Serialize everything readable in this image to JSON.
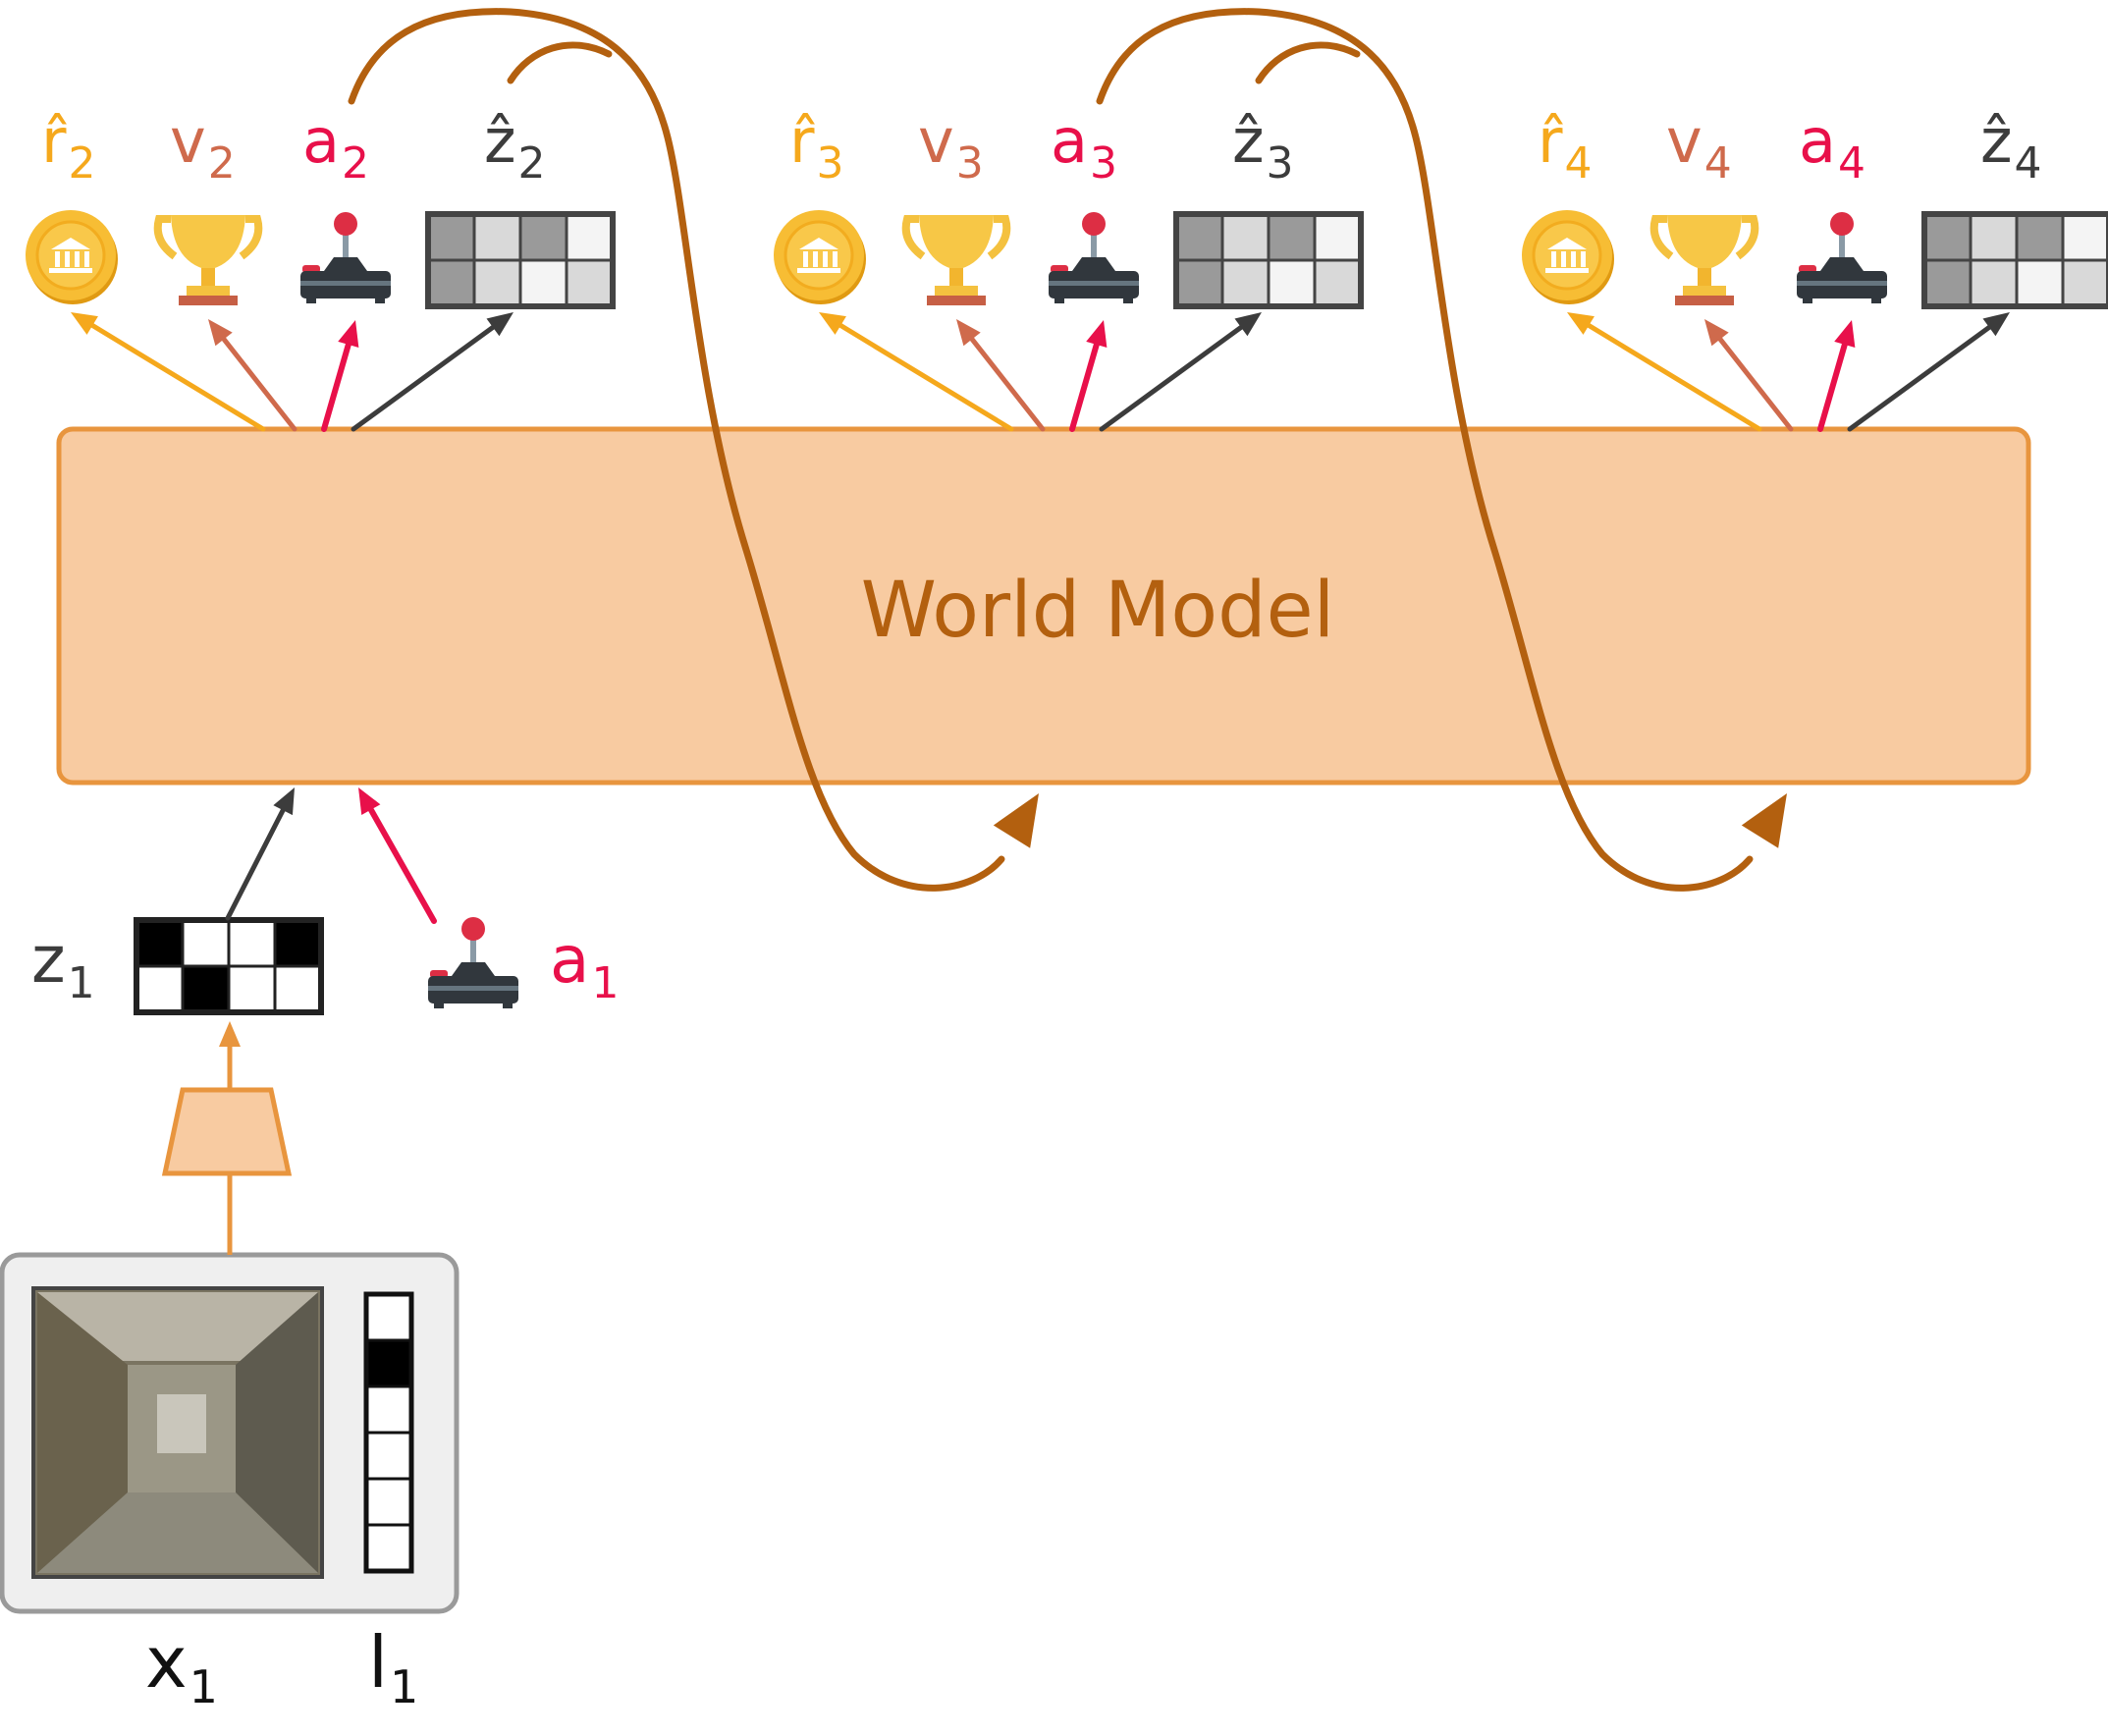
{
  "world_model": {
    "label": "World Model"
  },
  "colors": {
    "reward": "#f5a81c",
    "value": "#cf6a4c",
    "action": "#e8104a",
    "latent": "#3c3c3c",
    "model_fill": "#f8cba1",
    "model_stroke": "#e8953e",
    "loop": "#b3600f",
    "input_frame": "#efefef"
  },
  "input": {
    "image_label": {
      "sym": "x",
      "sub": "1"
    },
    "lang_label": {
      "sym": "l",
      "sub": "1"
    },
    "latent_label": {
      "sym": "z",
      "sub": "1"
    },
    "action_label": {
      "sym": "a",
      "sub": "1"
    },
    "latent_grid": [
      [
        1,
        0,
        0,
        1
      ],
      [
        0,
        1,
        0,
        0
      ]
    ],
    "lang_vector": [
      0,
      1,
      0,
      0,
      0,
      0
    ]
  },
  "steps": [
    {
      "reward": {
        "sym": "r̂",
        "sub": "2",
        "icon": "coin-bank-icon"
      },
      "value": {
        "sym": "v",
        "sub": "2",
        "icon": "trophy-icon"
      },
      "action": {
        "sym": "a",
        "sub": "2",
        "icon": "joystick-icon"
      },
      "latent": {
        "sym": "ẑ",
        "sub": "2",
        "icon": "latent-grid-icon"
      }
    },
    {
      "reward": {
        "sym": "r̂",
        "sub": "3",
        "icon": "coin-bank-icon"
      },
      "value": {
        "sym": "v",
        "sub": "3",
        "icon": "trophy-icon"
      },
      "action": {
        "sym": "a",
        "sub": "3",
        "icon": "joystick-icon"
      },
      "latent": {
        "sym": "ẑ",
        "sub": "3",
        "icon": "latent-grid-icon"
      }
    },
    {
      "reward": {
        "sym": "r̂",
        "sub": "4",
        "icon": "coin-bank-icon"
      },
      "value": {
        "sym": "v",
        "sub": "4",
        "icon": "trophy-icon"
      },
      "action": {
        "sym": "a",
        "sub": "4",
        "icon": "joystick-icon"
      },
      "latent": {
        "sym": "ẑ",
        "sub": "4",
        "icon": "latent-grid-icon"
      }
    }
  ],
  "predicted_latent_shading": [
    [
      2,
      1,
      2,
      0
    ],
    [
      2,
      1,
      0,
      1
    ]
  ]
}
